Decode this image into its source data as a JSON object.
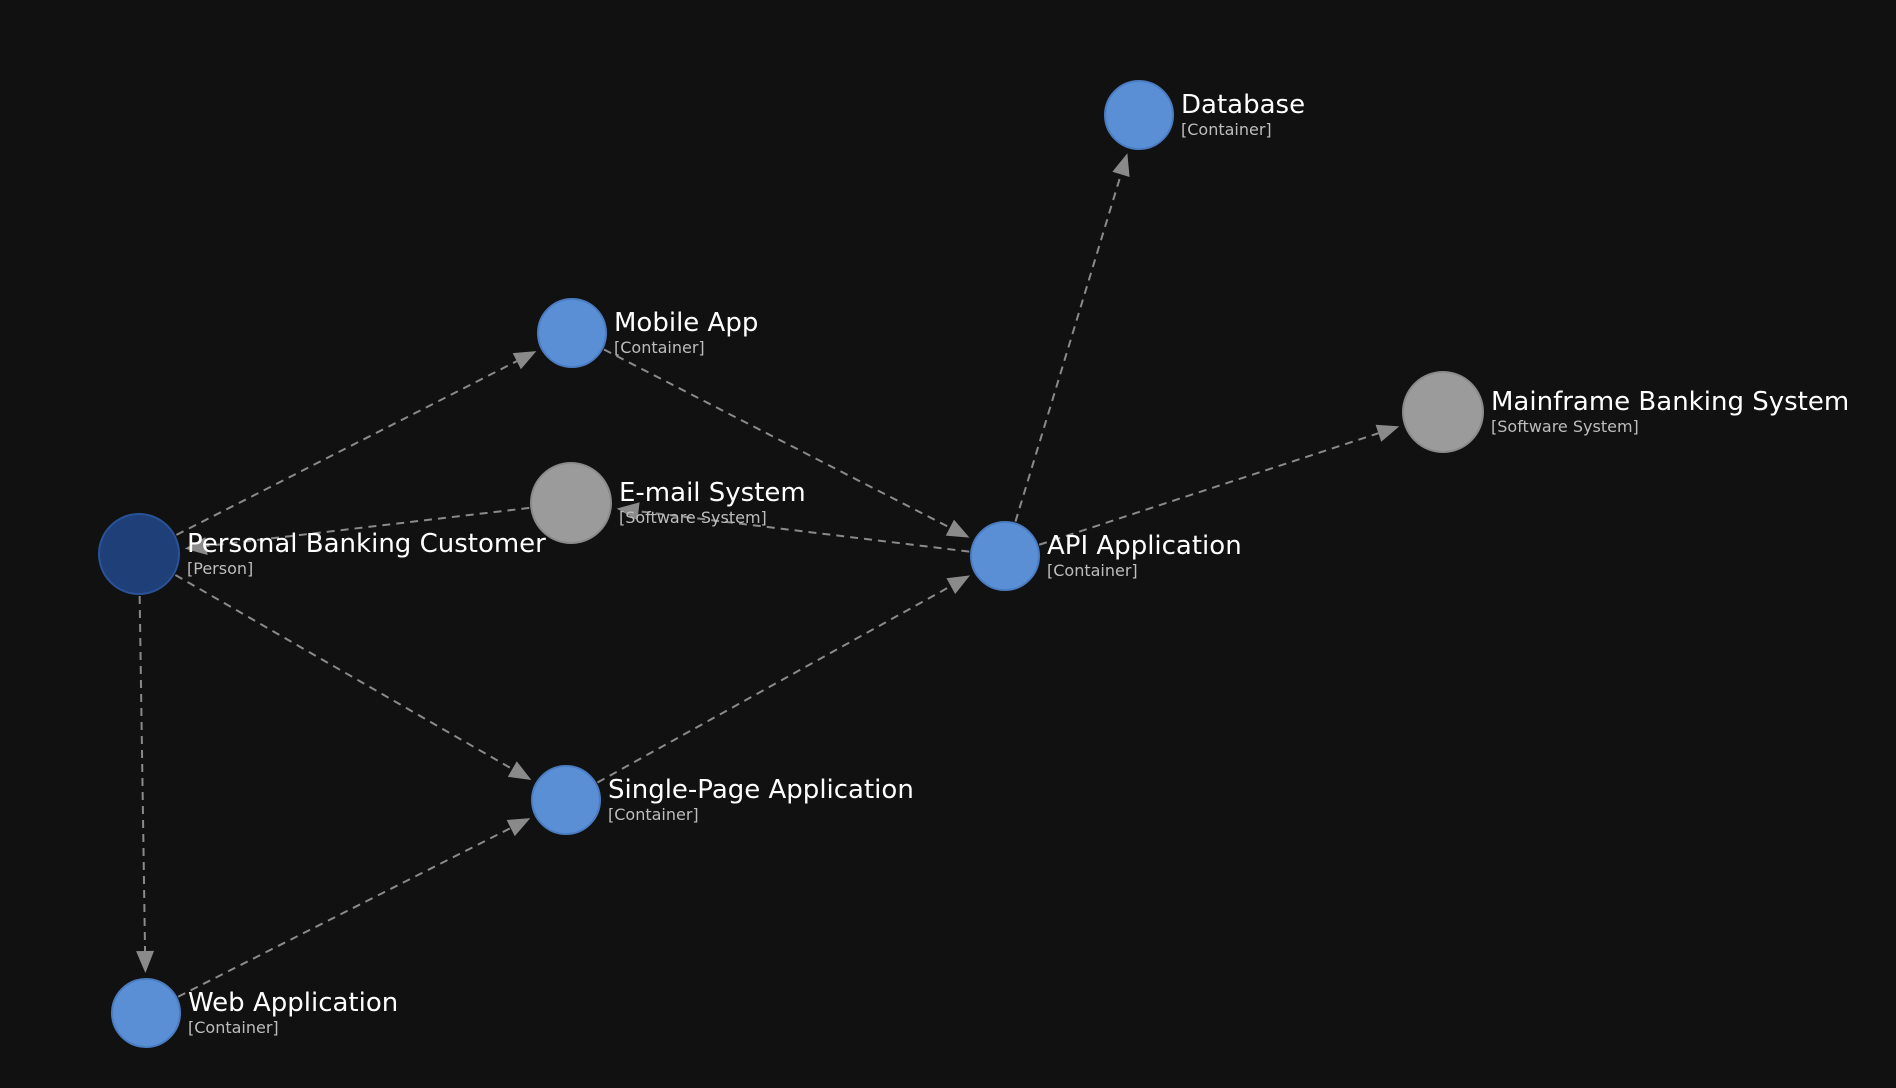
{
  "colors": {
    "background": "#111111",
    "person": "#1e3f78",
    "person_stroke": "#2a5298",
    "container": "#5a8fd6",
    "container_stroke": "#4a7cc2",
    "software_system": "#9b9b9b",
    "software_system_stroke": "#8a8a8a",
    "edge": "#8a8a8a"
  },
  "nodes": [
    {
      "id": "customer",
      "title": "Personal Banking Customer",
      "subtitle": "[Person]",
      "kind": "person"
    },
    {
      "id": "mobile",
      "title": "Mobile App",
      "subtitle": "[Container]",
      "kind": "container"
    },
    {
      "id": "email",
      "title": "E-mail System",
      "subtitle": "[Software System]",
      "kind": "software_system"
    },
    {
      "id": "api",
      "title": "API Application",
      "subtitle": "[Container]",
      "kind": "container"
    },
    {
      "id": "database",
      "title": "Database",
      "subtitle": "[Container]",
      "kind": "container"
    },
    {
      "id": "mainframe",
      "title": "Mainframe Banking System",
      "subtitle": "[Software System]",
      "kind": "software_system"
    },
    {
      "id": "spa",
      "title": "Single-Page Application",
      "subtitle": "[Container]",
      "kind": "container"
    },
    {
      "id": "web",
      "title": "Web Application",
      "subtitle": "[Container]",
      "kind": "container"
    }
  ],
  "edges": [
    {
      "from": "customer",
      "to": "mobile"
    },
    {
      "from": "customer",
      "to": "spa"
    },
    {
      "from": "customer",
      "to": "web"
    },
    {
      "from": "email",
      "to": "customer"
    },
    {
      "from": "mobile",
      "to": "api"
    },
    {
      "from": "spa",
      "to": "api"
    },
    {
      "from": "web",
      "to": "spa"
    },
    {
      "from": "api",
      "to": "database"
    },
    {
      "from": "api",
      "to": "mainframe"
    },
    {
      "from": "api",
      "to": "email"
    }
  ]
}
